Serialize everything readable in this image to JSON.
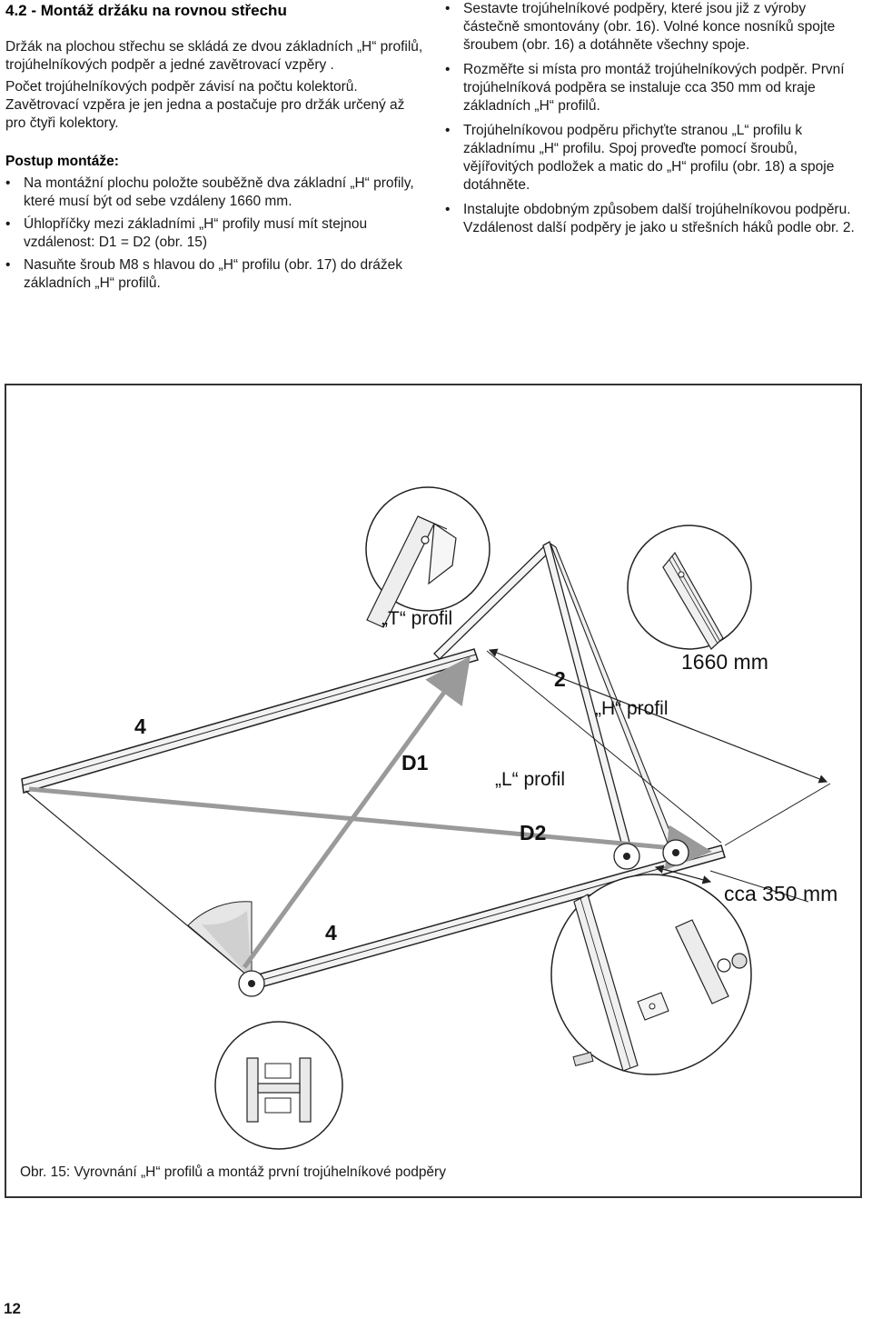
{
  "section": {
    "heading": "4.2 - Montáž držáku na rovnou střechu"
  },
  "intro": {
    "paragraph_1": "Držák na plochou střechu se skládá ze dvou základních „H“ profilů, trojúhelníkových podpěr a jedné zavětrovací vzpěry .",
    "paragraph_2": "Počet trojúhelníkových podpěr závisí na počtu kolektorů. Zavětrovací vzpěra je jen jedna a postačuje pro držák určený až pro čtyři kolektory."
  },
  "procedure": {
    "heading": "Postup montáže:",
    "left_items": [
      "Na montážní plochu položte souběžně dva základní „H“ profily, které musí být od sebe vzdáleny 1660 mm.",
      "Úhlopříčky mezi základními „H“ profily musí mít stejnou vzdálenost: D1 = D2 (obr. 15)",
      "Nasuňte šroub M8 s hlavou do „H“ profilu (obr. 17) do drážek základních „H“ profilů."
    ],
    "right_items": [
      "Sestavte trojúhelníkové podpěry, které jsou již z výroby částečně smontovány (obr. 16). Volné konce nosníků spojte šroubem (obr. 16) a dotáhněte všechny spoje.",
      "Rozměřte si místa pro montáž trojúhelníkových podpěr. První trojúhelníková podpěra se instaluje cca 350 mm od kraje základních „H“ profilů.",
      "Trojúhelníkovou podpěru přichyťte stranou „L“ profilu k základnímu „H“ profilu. Spoj proveďte pomocí šroubů, vějířovitých podložek a matic do „H“ profilu (obr. 18) a spoje dotáhněte.",
      "Instalujte obdobným způsobem další trojúhelníkovou podpěru. Vzdálenost další podpěry je jako u střešních háků podle obr. 2."
    ]
  },
  "figure": {
    "labels": {
      "t_profile": "„T“ profil",
      "h_profile": "„H“ profil",
      "l_profile": "„L“ profil",
      "dimension_1660": "1660 mm",
      "dimension_350": "cca 350 mm",
      "part_2": "2",
      "part_4_top": "4",
      "part_4_bottom": "4",
      "diag_d1": "D1",
      "diag_d2": "D2"
    },
    "caption": "Obr. 15: Vyrovnání „H“ profilů a montáž první trojúhelníkové podpěry"
  },
  "page": {
    "number": "12"
  }
}
